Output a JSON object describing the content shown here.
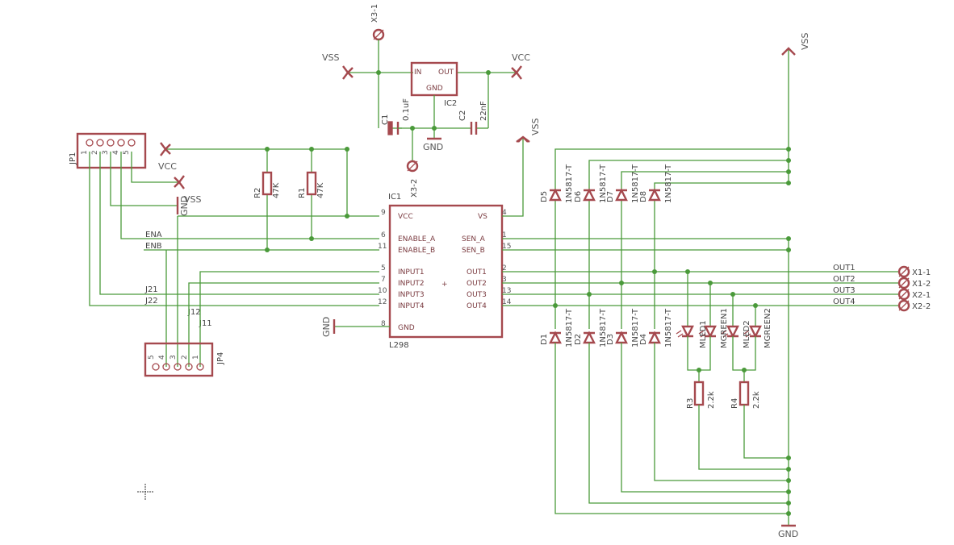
{
  "power": {
    "vss_left": "VSS",
    "vcc_top": "VCC",
    "vss_mid": "VSS",
    "vss_right": "VSS",
    "vcc_left": "VCC",
    "vss_jp1": "VSS",
    "gnd_reg": "GND",
    "gnd_ic1": "GND",
    "gnd_jp1": "GND",
    "gnd_bottom": "GND"
  },
  "regulator": {
    "name": "IC2",
    "pin_in": "IN",
    "pin_out": "OUT",
    "pin_gnd": "GND",
    "conn_top": "X3-1",
    "conn_bottom": "X3-2",
    "c1_name": "C1",
    "c1_value": "0.1uF",
    "c2_name": "C2",
    "c2_value": "22nF"
  },
  "driver": {
    "name": "IC1",
    "part": "L298",
    "left_pins": [
      {
        "num": "9",
        "label": "VCC"
      },
      {
        "num": "6",
        "label": "ENABLE_A"
      },
      {
        "num": "11",
        "label": "ENABLE_B"
      },
      {
        "num": "5",
        "label": "INPUT1"
      },
      {
        "num": "7",
        "label": "INPUT2"
      },
      {
        "num": "10",
        "label": "INPUT3"
      },
      {
        "num": "12",
        "label": "INPUT4"
      },
      {
        "num": "8",
        "label": "GND"
      }
    ],
    "right_pins": [
      {
        "num": "4",
        "label": "VS"
      },
      {
        "num": "1",
        "label": "SEN_A"
      },
      {
        "num": "15",
        "label": "SEN_B"
      },
      {
        "num": "2",
        "label": "OUT1"
      },
      {
        "num": "3",
        "label": "OUT2"
      },
      {
        "num": "13",
        "label": "OUT3"
      },
      {
        "num": "14",
        "label": "OUT4"
      }
    ]
  },
  "resistors": {
    "r1_name": "R1",
    "r1_value": "47K",
    "r2_name": "R2",
    "r2_value": "47K",
    "r3_name": "R3",
    "r3_value": "2.2k",
    "r4_name": "R4",
    "r4_value": "2.2k"
  },
  "headers": {
    "jp1": "JP1",
    "jp1_pins": [
      "1",
      "2",
      "3",
      "4",
      "5"
    ],
    "jp4": "JP4",
    "jp4_pins": [
      "5",
      "4",
      "3",
      "2",
      "1"
    ]
  },
  "nets": {
    "ena": "ENA",
    "enb": "ENB",
    "j21": "J21",
    "j22": "J22",
    "j12": "J12",
    "j11": "J11",
    "out1": "OUT1",
    "out2": "OUT2",
    "out3": "OUT3",
    "out4": "OUT4"
  },
  "outputs": [
    "X1-1",
    "X1-2",
    "X2-1",
    "X2-2"
  ],
  "diodes": {
    "part": "1N5817-T",
    "top_names": [
      "D5",
      "D6",
      "D7",
      "D8"
    ],
    "bottom_names": [
      "D1",
      "D2",
      "D3",
      "D4"
    ]
  },
  "leds": {
    "names": [
      "LED1",
      "GREEN1",
      "LED2",
      "GREEN2"
    ],
    "prefix": "M"
  }
}
